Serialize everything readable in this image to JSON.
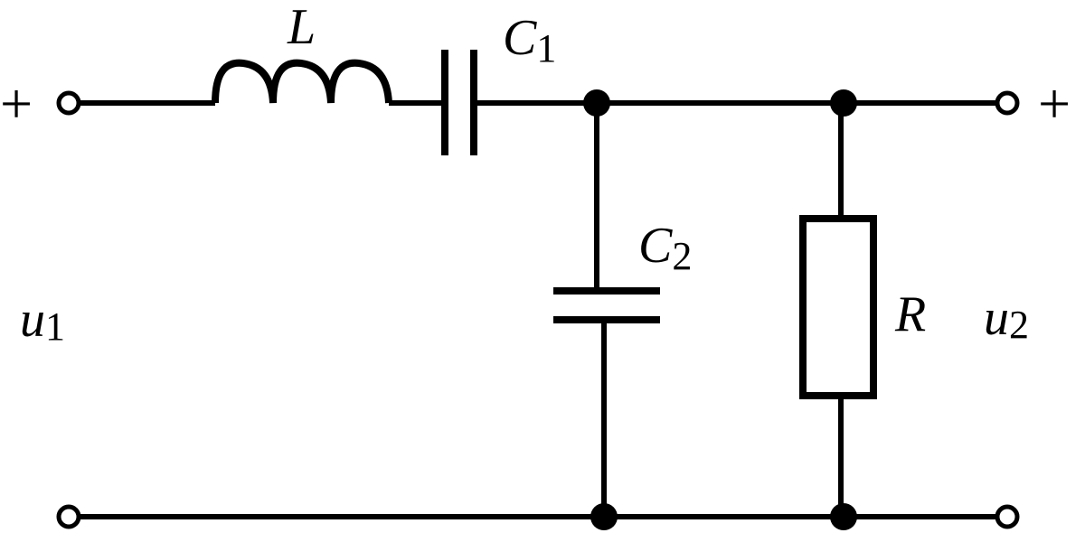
{
  "labels": {
    "inductor": "L",
    "c1_main": "C",
    "c1_sub": "1",
    "c2_main": "C",
    "c2_sub": "2",
    "resistor": "R",
    "u1_main": "u",
    "u1_sub": "1",
    "u2_main": "u",
    "u2_sub": "2",
    "plus_left": "+",
    "plus_right": "+"
  },
  "colors": {
    "stroke": "#000000",
    "background": "#ffffff"
  }
}
